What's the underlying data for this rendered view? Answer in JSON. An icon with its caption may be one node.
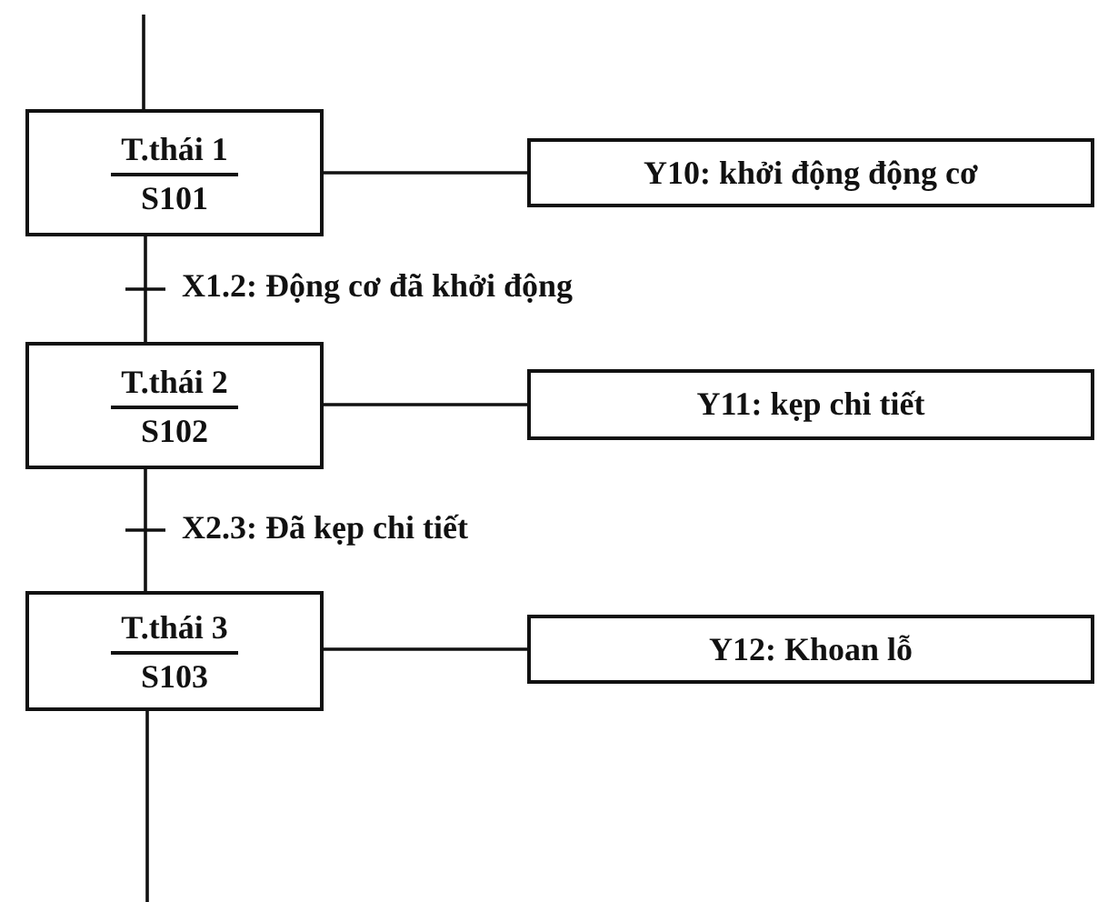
{
  "diagram": {
    "nodes": [
      {
        "text": [
          "T.thái 1",
          "S101"
        ]
      },
      {
        "text": [
          "Y10: khởi động động cơ"
        ]
      },
      {
        "text": [
          "T.thái 2",
          "S102"
        ]
      },
      {
        "text": [
          "Y11: kẹp chi tiết"
        ]
      },
      {
        "text": [
          "T.thái 3",
          "S103"
        ]
      },
      {
        "text": [
          "Y12: Khoan lỗ"
        ]
      }
    ],
    "edges": [
      {
        "from": null,
        "to": 0,
        "arrow": "none"
      },
      {
        "from": 0,
        "to": 1,
        "arrow": "none"
      },
      {
        "from": 0,
        "to": 2,
        "arrow": "none",
        "label": "X1.2: Động cơ đã khởi động"
      },
      {
        "from": 2,
        "to": 3,
        "arrow": "none"
      },
      {
        "from": 2,
        "to": 4,
        "arrow": "none",
        "label": "X2.3: Đã kẹp chi tiết"
      },
      {
        "from": 4,
        "to": 5,
        "arrow": "none"
      },
      {
        "from": 4,
        "to": null,
        "arrow": "none"
      }
    ]
  }
}
